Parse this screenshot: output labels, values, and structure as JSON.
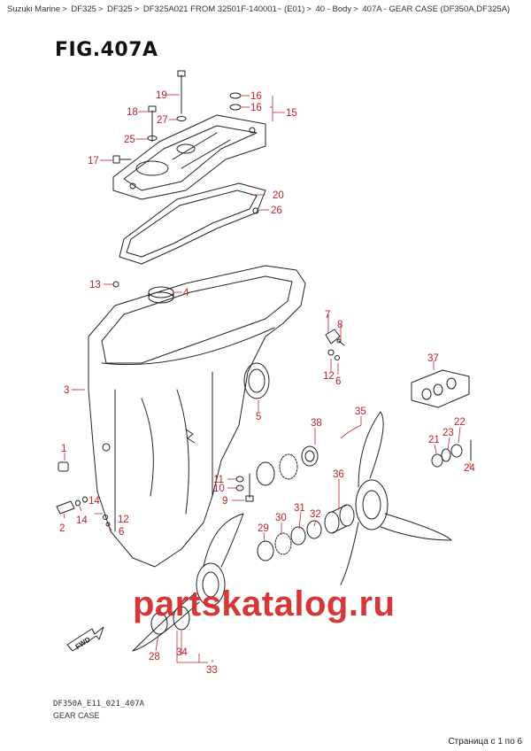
{
  "breadcrumb": {
    "items": [
      "Suzuki Marine",
      "DF325",
      "DF325",
      "DF325A021 FROM 32501F-140001~ (E01)",
      "40 - Body",
      "407A - GEAR CASE (DF350A,DF325A)"
    ],
    "separator": ">"
  },
  "figure": {
    "title": "FIG.407A",
    "code": "DF350A_E11_021_407A",
    "caption": "GEAR CASE"
  },
  "watermark": "partskatalog.ru",
  "fwd_label": "FWD",
  "pagination": {
    "text": "Страница с 1 по 6"
  },
  "callouts": [
    "19",
    "16",
    "16",
    "15",
    "18",
    "27",
    "25",
    "17",
    "20",
    "26",
    "13",
    "4",
    "7",
    "8",
    "3",
    "37",
    "12",
    "6",
    "5",
    "38",
    "35",
    "22",
    "23",
    "21",
    "1",
    "24",
    "36",
    "11",
    "10",
    "9",
    "14",
    "14",
    "12",
    "2",
    "6",
    "32",
    "31",
    "30",
    "29",
    "28",
    "34",
    "33"
  ],
  "colors": {
    "callout": "#c0202a",
    "line": "#222222",
    "watermark": "#d22626"
  }
}
